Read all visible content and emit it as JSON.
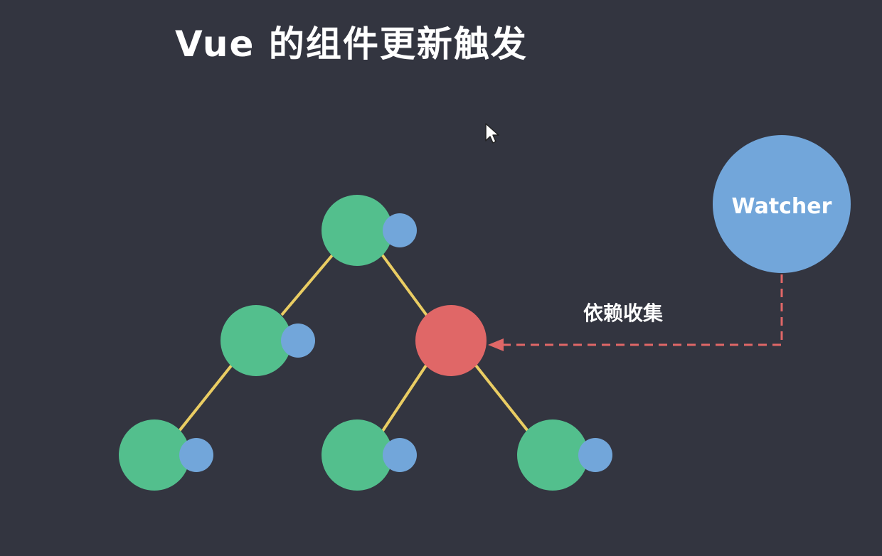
{
  "title": "Vue 的组件更新触发",
  "watcher": {
    "label": "Watcher"
  },
  "arrow": {
    "label": "依赖收集"
  },
  "colors": {
    "background": "#333540",
    "component": "#53bf8d",
    "watcher_dot": "#72a6da",
    "triggered_component": "#e06767",
    "tree_edge": "#eacd63",
    "dependency_arrow": "#e06767",
    "text": "#ffffff"
  },
  "tree": {
    "nodes": [
      {
        "id": "root",
        "state": "normal"
      },
      {
        "id": "left",
        "state": "normal"
      },
      {
        "id": "right",
        "state": "triggered"
      },
      {
        "id": "left-left",
        "state": "normal"
      },
      {
        "id": "right-left",
        "state": "normal"
      },
      {
        "id": "right-right",
        "state": "normal"
      }
    ],
    "edges": [
      [
        "root",
        "left"
      ],
      [
        "root",
        "right"
      ],
      [
        "left",
        "left-left"
      ],
      [
        "right",
        "right-left"
      ],
      [
        "right",
        "right-right"
      ]
    ]
  },
  "icons": {
    "cursor": "mouse-pointer-icon"
  }
}
